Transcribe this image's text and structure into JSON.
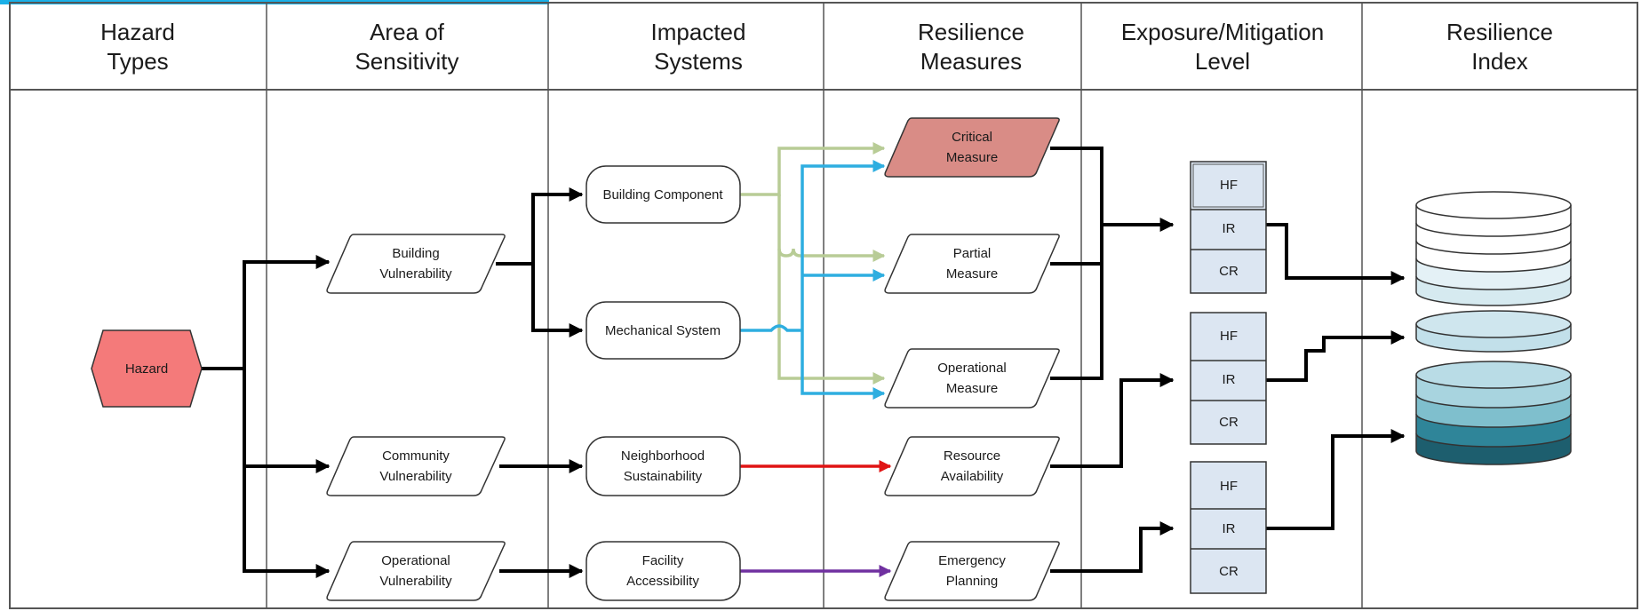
{
  "columns": [
    {
      "line1": "Hazard",
      "line2": "Types"
    },
    {
      "line1": "Area of",
      "line2": "Sensitivity"
    },
    {
      "line1": "Impacted",
      "line2": "Systems"
    },
    {
      "line1": "Resilience",
      "line2": "Measures"
    },
    {
      "line1": "Exposure/Mitigation",
      "line2": "Level"
    },
    {
      "line1": "Resilience",
      "line2": "Index"
    }
  ],
  "hazard": {
    "label": "Hazard"
  },
  "areas": [
    {
      "line1": "Building",
      "line2": "Vulnerability"
    },
    {
      "line1": "Community",
      "line2": "Vulnerability"
    },
    {
      "line1": "Operational",
      "line2": "Vulnerability"
    }
  ],
  "systems": [
    {
      "line1": "Building Component",
      "line2": ""
    },
    {
      "line1": "Mechanical System",
      "line2": ""
    },
    {
      "line1": "Neighborhood",
      "line2": "Sustainability"
    },
    {
      "line1": "Facility",
      "line2": "Accessibility"
    }
  ],
  "measures": [
    {
      "line1": "Critical",
      "line2": "Measure"
    },
    {
      "line1": "Partial",
      "line2": "Measure"
    },
    {
      "line1": "Operational",
      "line2": "Measure"
    },
    {
      "line1": "Resource",
      "line2": "Availability"
    },
    {
      "line1": "Emergency",
      "line2": "Planning"
    }
  ],
  "level_groups": [
    {
      "levels": [
        "HF",
        "IR",
        "CR"
      ]
    },
    {
      "levels": [
        "HF",
        "IR",
        "CR"
      ]
    },
    {
      "levels": [
        "HF",
        "IR",
        "CR"
      ]
    }
  ],
  "colors": {
    "hazard_fill": "#f47a7a",
    "critical_fill": "#d98c86",
    "level_fill": "#dce6f2",
    "green_link": "#b8cc96",
    "blue_link": "#2eaee0",
    "red_link": "#e01414",
    "purple_link": "#7030a0",
    "top_accent": "#1ab0e8"
  }
}
